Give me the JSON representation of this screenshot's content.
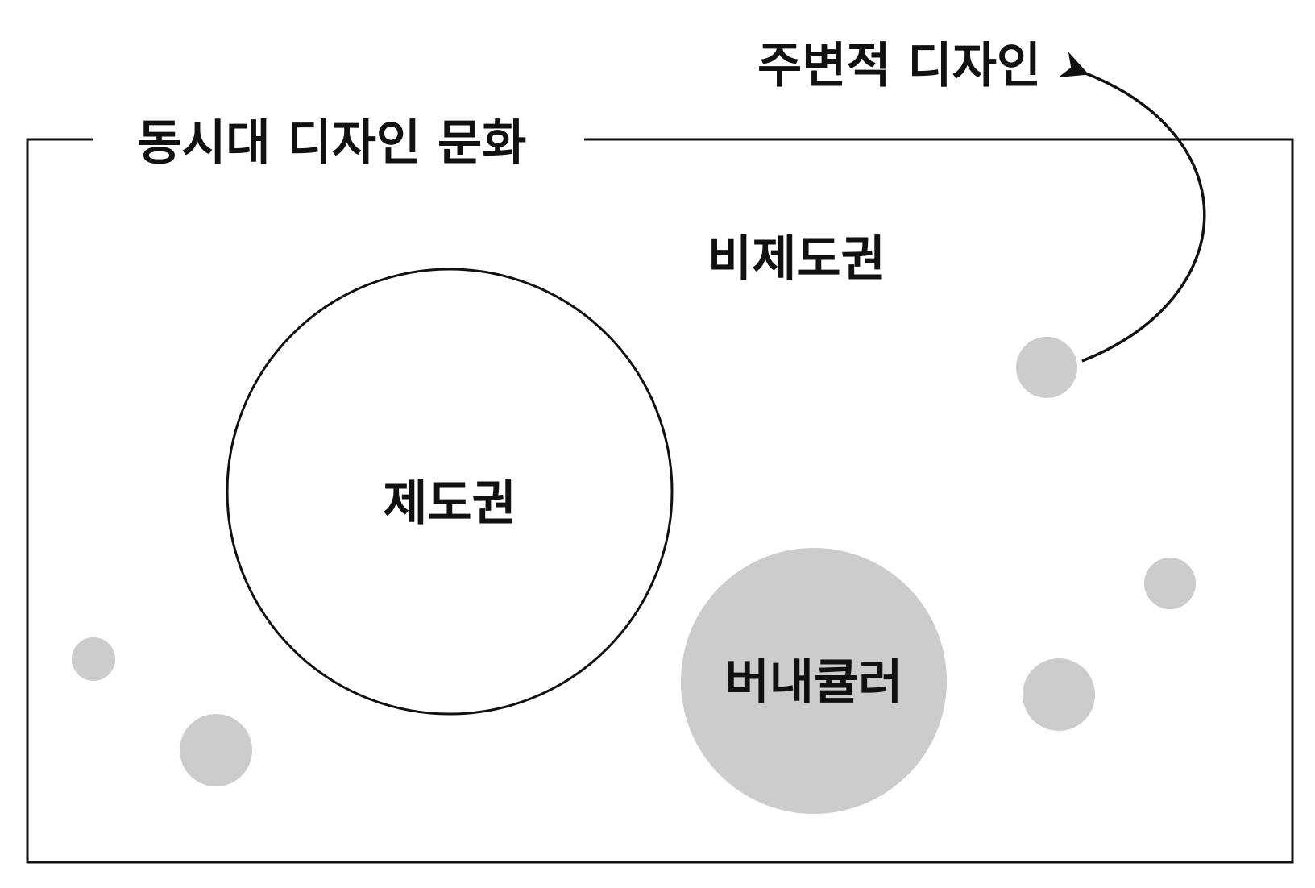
{
  "labels": {
    "frame_title": "동시대 디자인 문화",
    "peripheral": "주변적 디자인",
    "non_institutional": "비제도권",
    "institutional": "제도권",
    "vernacular": "버내큘러"
  },
  "colors": {
    "line": "#111111",
    "circle_fill": "#cccccc",
    "background": "#ffffff"
  }
}
